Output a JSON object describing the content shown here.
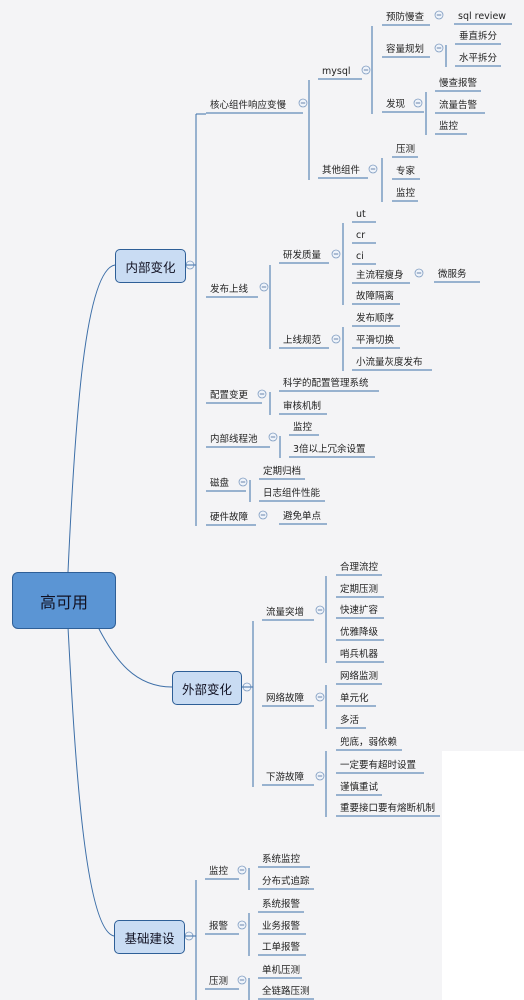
{
  "root": "高可用",
  "branches": [
    {
      "label": "内部变化",
      "children": [
        {
          "label": "核心组件响应变慢",
          "children": [
            {
              "label": "mysql",
              "children": [
                {
                  "label": "预防慢查",
                  "children": [
                    {
                      "label": "sql review"
                    }
                  ]
                },
                {
                  "label": "容量规划",
                  "children": [
                    {
                      "label": "垂直拆分"
                    },
                    {
                      "label": "水平拆分"
                    }
                  ]
                },
                {
                  "label": "发现",
                  "children": [
                    {
                      "label": "慢查报警"
                    },
                    {
                      "label": "流量告警"
                    },
                    {
                      "label": "监控"
                    }
                  ]
                }
              ]
            },
            {
              "label": "其他组件",
              "children": [
                {
                  "label": "压测"
                },
                {
                  "label": "专家"
                },
                {
                  "label": "监控"
                }
              ]
            }
          ]
        },
        {
          "label": "发布上线",
          "children": [
            {
              "label": "研发质量",
              "children": [
                {
                  "label": "ut"
                },
                {
                  "label": "cr"
                },
                {
                  "label": "ci"
                },
                {
                  "label": "主流程瘦身",
                  "children": [
                    {
                      "label": "微服务"
                    }
                  ]
                },
                {
                  "label": "故障隔离"
                }
              ]
            },
            {
              "label": "上线规范",
              "children": [
                {
                  "label": "发布顺序"
                },
                {
                  "label": "平滑切换"
                },
                {
                  "label": "小流量灰度发布"
                }
              ]
            }
          ]
        },
        {
          "label": "配置变更",
          "children": [
            {
              "label": "科学的配置管理系统"
            },
            {
              "label": "审核机制"
            }
          ]
        },
        {
          "label": "内部线程池",
          "children": [
            {
              "label": "监控"
            },
            {
              "label": "3倍以上冗余设置"
            }
          ]
        },
        {
          "label": "磁盘",
          "children": [
            {
              "label": "定期归档"
            },
            {
              "label": "日志组件性能"
            }
          ]
        },
        {
          "label": "硬件故障",
          "children": [
            {
              "label": "避免单点"
            }
          ]
        }
      ]
    },
    {
      "label": "外部变化",
      "children": [
        {
          "label": "流量突增",
          "children": [
            {
              "label": "合理流控"
            },
            {
              "label": "定期压测"
            },
            {
              "label": "快速扩容"
            },
            {
              "label": "优雅降级"
            },
            {
              "label": "哨兵机器"
            }
          ]
        },
        {
          "label": "网络故障",
          "children": [
            {
              "label": "网络监测"
            },
            {
              "label": "单元化"
            },
            {
              "label": "多活"
            }
          ]
        },
        {
          "label": "下游故障",
          "children": [
            {
              "label": "兜底，弱依赖"
            },
            {
              "label": "一定要有超时设置"
            },
            {
              "label": "谨慎重试"
            },
            {
              "label": "重要接口要有熔断机制"
            }
          ]
        }
      ]
    },
    {
      "label": "基础建设",
      "children": [
        {
          "label": "监控",
          "children": [
            {
              "label": "系统监控"
            },
            {
              "label": "分布式追踪"
            }
          ]
        },
        {
          "label": "报警",
          "children": [
            {
              "label": "系统报警"
            },
            {
              "label": "业务报警"
            },
            {
              "label": "工单报警"
            }
          ]
        },
        {
          "label": "压测",
          "children": [
            {
              "label": "单机压测"
            },
            {
              "label": "全链路压测"
            }
          ]
        }
      ]
    }
  ],
  "colors": {
    "background": "#f4f4f6",
    "root_fill": "#5b95d4",
    "branch_fill": "#c9dcf3",
    "node_border": "#2e5f97",
    "line": "#3d6fa8",
    "text": "#222222"
  }
}
